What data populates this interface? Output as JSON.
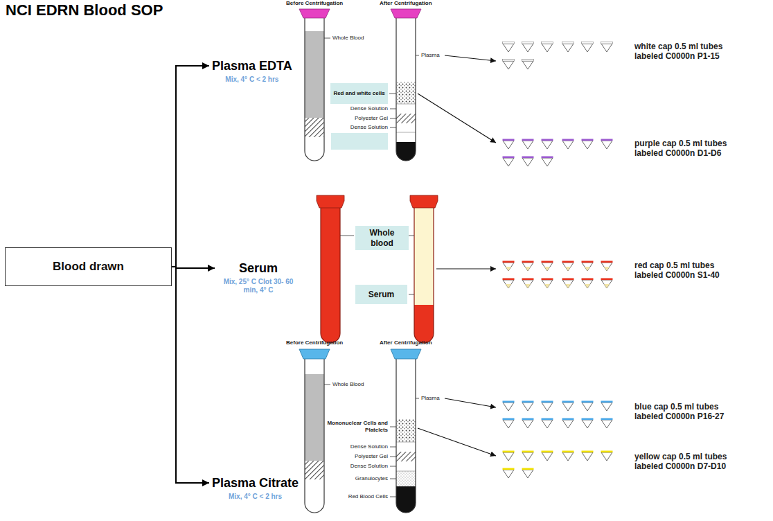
{
  "diagram": {
    "title": "NCI EDRN Blood SOP",
    "nodes": [
      {
        "text": [
          "Blood drawn"
        ]
      },
      {
        "text": [
          "Plasma EDTA",
          "Mix, 4° C < 2 hrs"
        ]
      },
      {
        "text": [
          "Serum",
          "Mix, 25° C Clot 30- 60 min, 4° C"
        ]
      },
      {
        "text": [
          "Plasma Citrate",
          "Mix, 4° C < 2 hrs"
        ]
      },
      {
        "text": [
          "Red and white cells"
        ]
      },
      {
        "text": [
          "Whole blood"
        ]
      },
      {
        "text": [
          "Serum"
        ]
      }
    ],
    "edges": [
      {
        "from": 0,
        "to": 1,
        "arrow": "to"
      },
      {
        "from": 0,
        "to": 2,
        "arrow": "to"
      },
      {
        "from": 0,
        "to": 3,
        "arrow": "to"
      }
    ],
    "labels": [
      "Before Centrifugation",
      "After Centrifugation",
      "Whole Blood",
      "Plasma",
      "Dense Solution",
      "Polyester Gel",
      "Dense Solution",
      "white cap 0.5 ml tubes labeled C0000n P1-15",
      "purple cap 0.5 ml tubes labeled C0000n D1-D6",
      "red cap 0.5 ml tubes labeled C0000n S1-40",
      "Before Centrifugation",
      "After Centrifugation",
      "Whole Blood",
      "Plasma",
      "Mononuclear Cells and Platelets",
      "Dense Solution",
      "Polyester Gel",
      "Dense Solution",
      "Granulocytes",
      "Red Blood Cells",
      "blue cap 0.5 ml tubes labeled C0000n P16-27",
      "yellow cap 0.5 ml tubes labeled C0000n D7-D10"
    ]
  }
}
